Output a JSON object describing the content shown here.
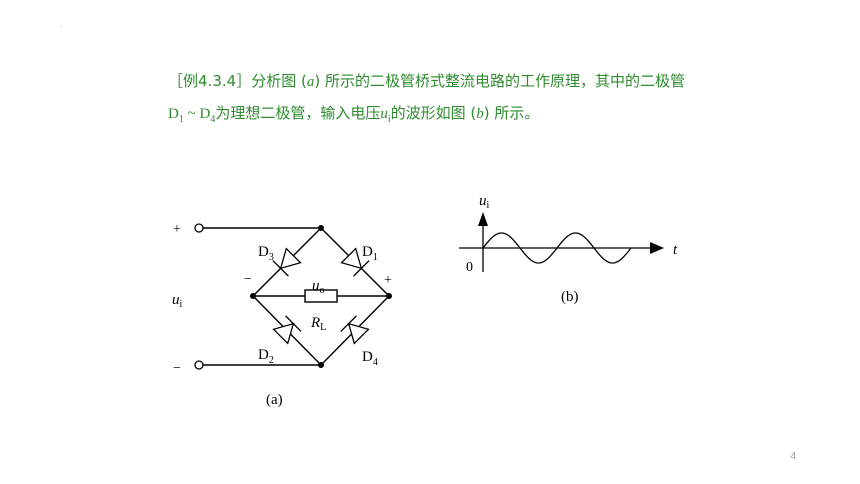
{
  "slide": {
    "corner_mark": ".",
    "page_number": "4"
  },
  "problem": {
    "bracket_open": "［",
    "example_label": "例4.3.4",
    "bracket_close": "］",
    "text_1": "分析图 (",
    "fig_a": "a",
    "text_2": ") 所示的二极管桥式整流电路的工作原理，其中的二极管",
    "d_prefix": "D",
    "d1_sub": "1",
    "tilde": " ~ ",
    "d4_sub": "4",
    "text_3": "为理想二极管，输入电压",
    "u_symbol": "u",
    "u_sub": "i",
    "text_4": "的波形如图 (",
    "fig_b": "b",
    "text_5": ") 所示。"
  },
  "circuit": {
    "plus_terminal": "+",
    "minus_terminal": "−",
    "input_label": "u",
    "input_sub": "i",
    "d1": "D",
    "d1_sub": "1",
    "d2": "D",
    "d2_sub": "2",
    "d3": "D",
    "d3_sub": "3",
    "d4": "D",
    "d4_sub": "4",
    "output_minus": "−",
    "output_plus": "+",
    "output_label": "u",
    "output_sub": "o",
    "load_label": "R",
    "load_sub": "L",
    "caption": "(a)"
  },
  "waveform": {
    "y_axis_label": "u",
    "y_axis_sub": "i",
    "x_axis_label": "t",
    "origin": "0",
    "caption": "(b)"
  }
}
